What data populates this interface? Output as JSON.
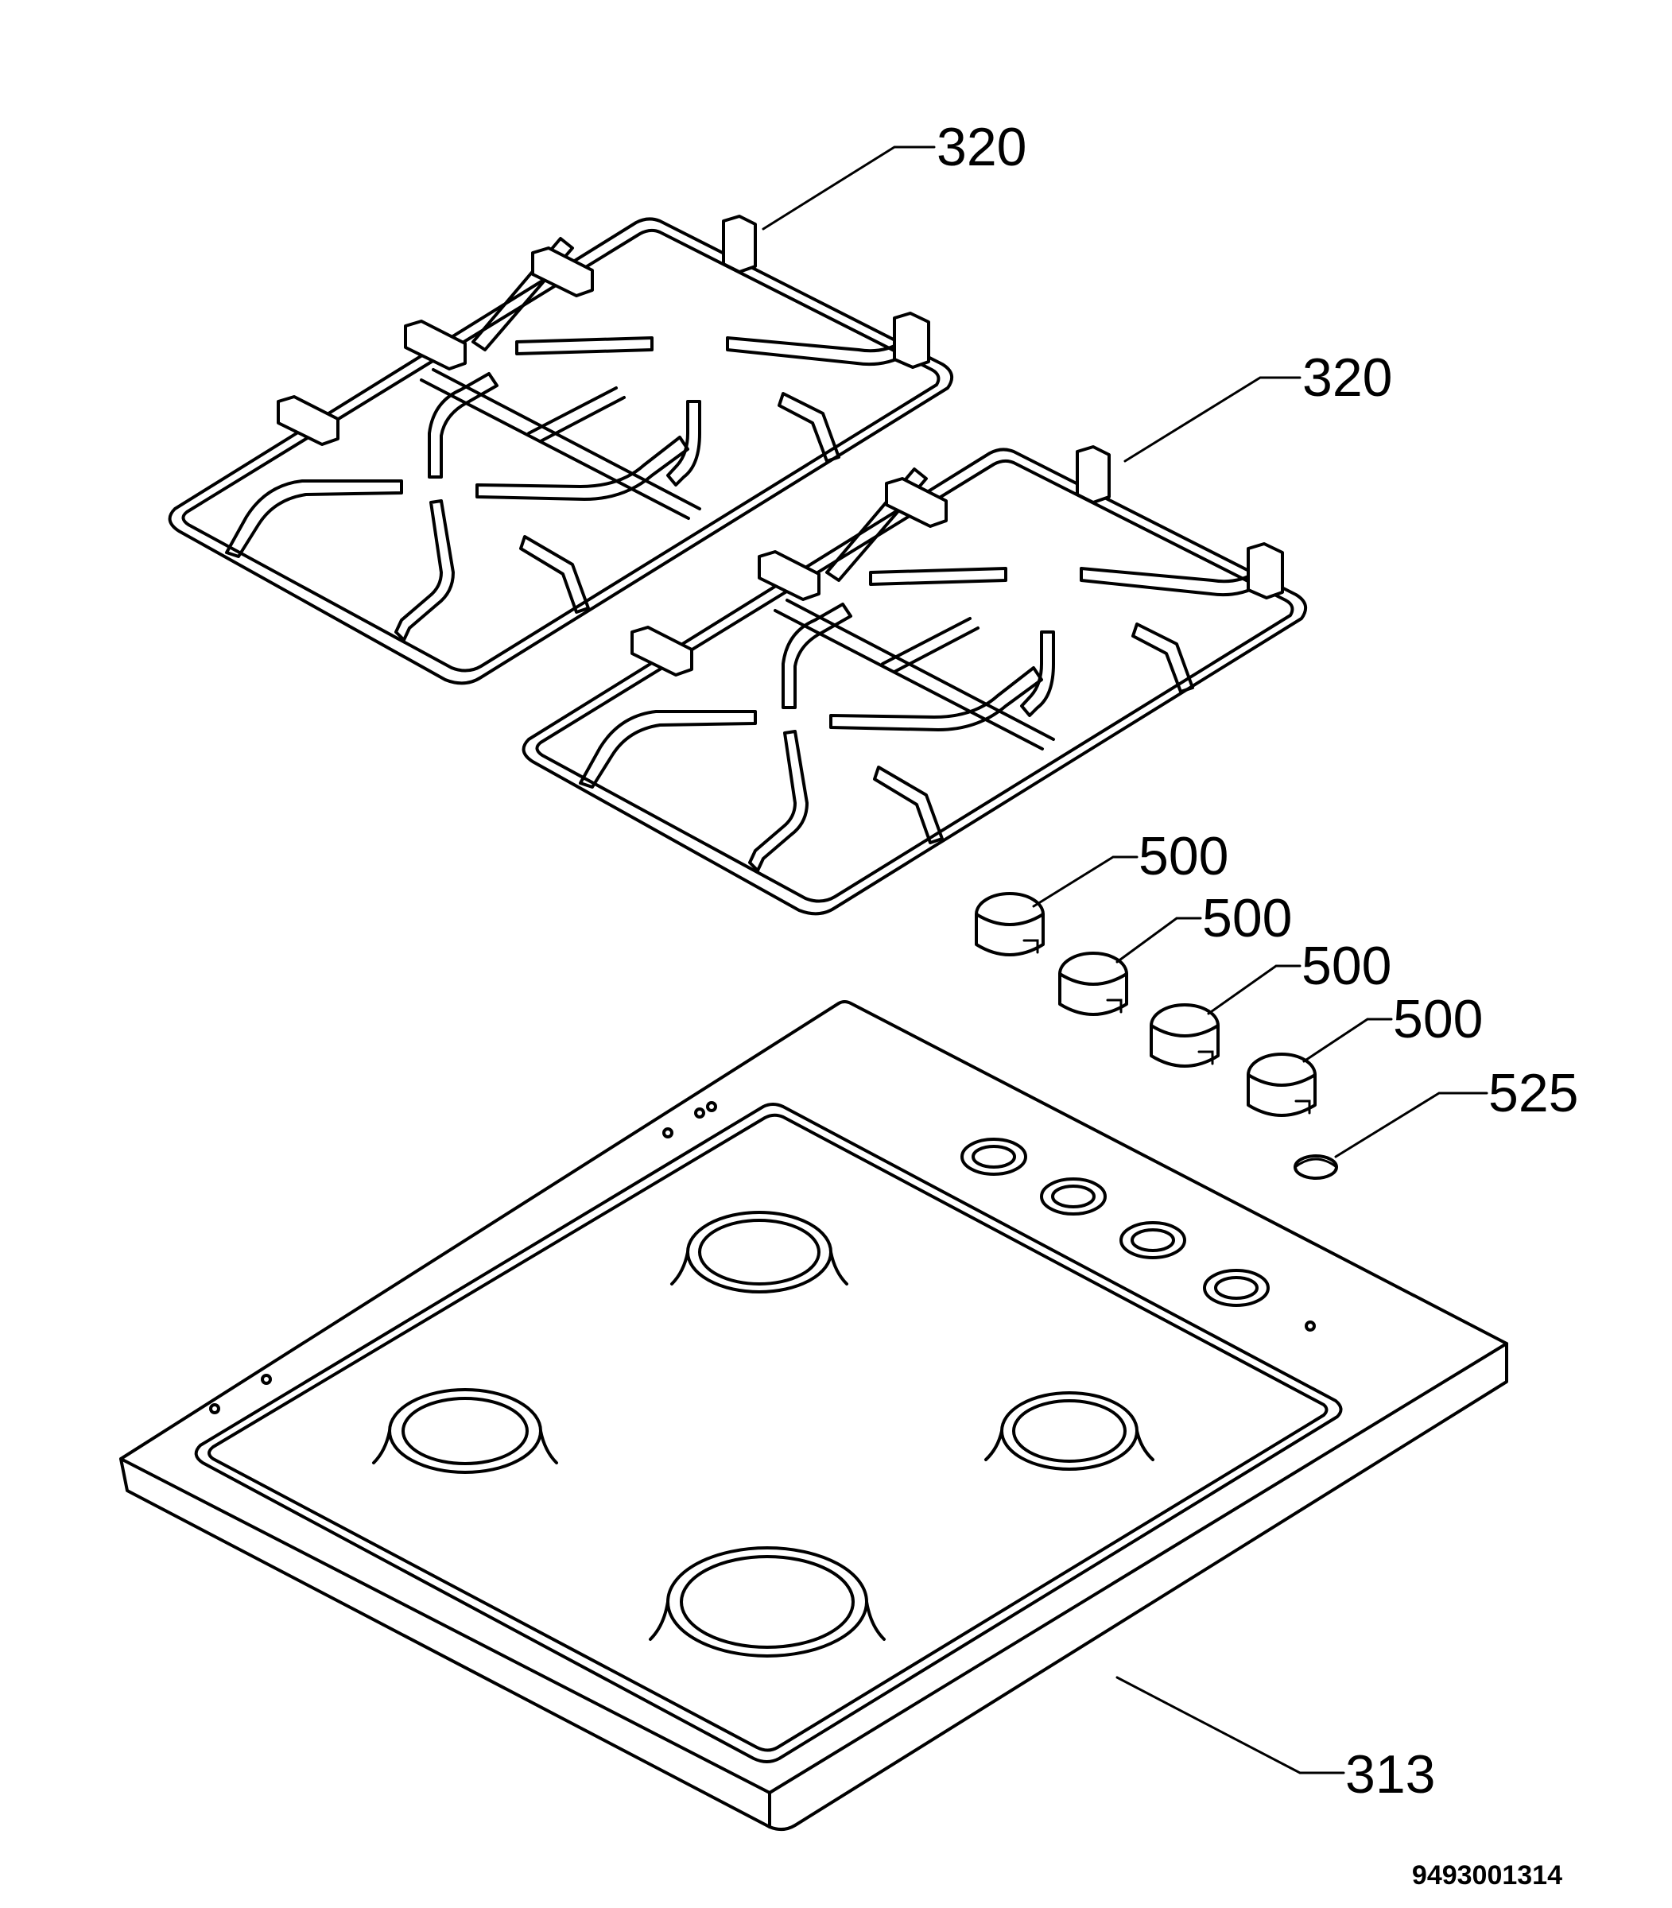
{
  "callouts": {
    "grid_top": "320",
    "grid_bottom": "320",
    "knob_1": "500",
    "knob_2": "500",
    "knob_3": "500",
    "knob_4": "500",
    "button": "525",
    "hob_plate": "313"
  },
  "document_number": "9493001314"
}
